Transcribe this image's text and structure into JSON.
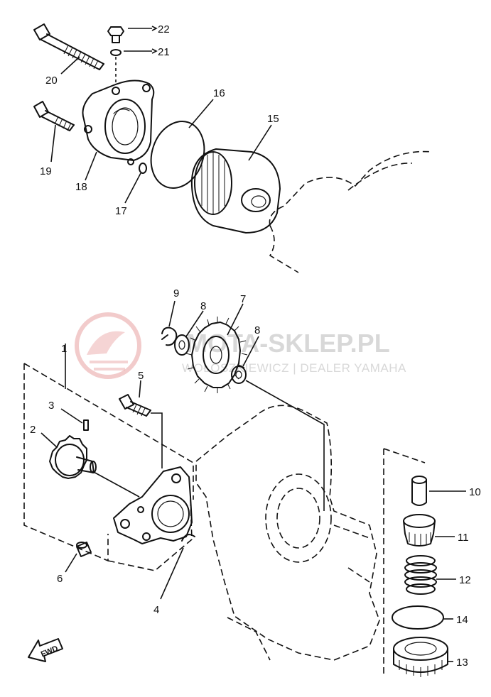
{
  "watermark": {
    "logo": "MOTOCROSS logo",
    "text": "MOTA-SKLEP.PL",
    "sub": "WOŁOSZKIEWICZ | DEALER YAMAHA",
    "color": "#e8a0a0"
  },
  "direction_badge": "FWD",
  "parts": {
    "p1": "1",
    "p2": "2",
    "p3": "3",
    "p4": "4",
    "p5": "5",
    "p6": "6",
    "p7": "7",
    "p8a": "8",
    "p8b": "8",
    "p9": "9",
    "p10": "10",
    "p11": "11",
    "p12": "12",
    "p13": "13",
    "p14": "14",
    "p15": "15",
    "p16": "16",
    "p17": "17",
    "p18": "18",
    "p19": "19",
    "p20": "20",
    "p21": "21",
    "p22": "22"
  }
}
